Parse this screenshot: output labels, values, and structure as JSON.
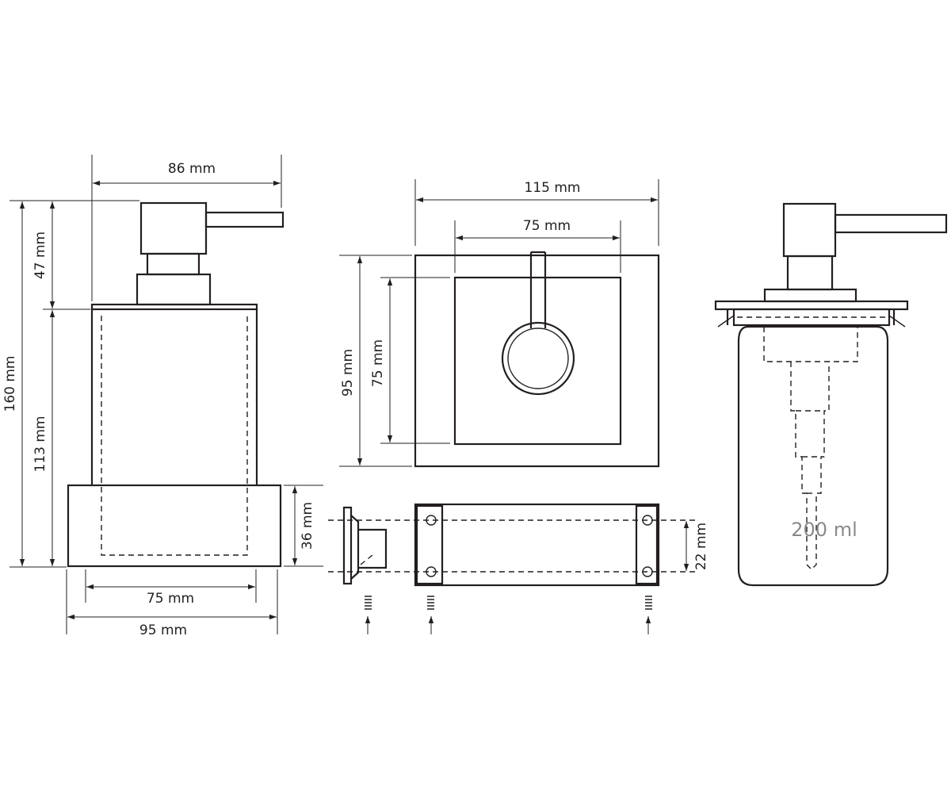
{
  "dimensions": {
    "front_width_top": "86 mm",
    "front_height_total": "160 mm",
    "front_height_pump": "47 mm",
    "front_height_body": "113 mm",
    "front_base_height": "36 mm",
    "front_inner_width": "75 mm",
    "front_base_width": "95 mm",
    "top_outer_width": "115 mm",
    "top_inner_width": "75 mm",
    "top_outer_height": "95 mm",
    "top_inner_height": "75 mm",
    "bracket_hole_spacing": "22 mm"
  },
  "capacity_label": "200 ml",
  "colors": {
    "line": "#231f20",
    "capacity_text": "#8a8a8a"
  }
}
